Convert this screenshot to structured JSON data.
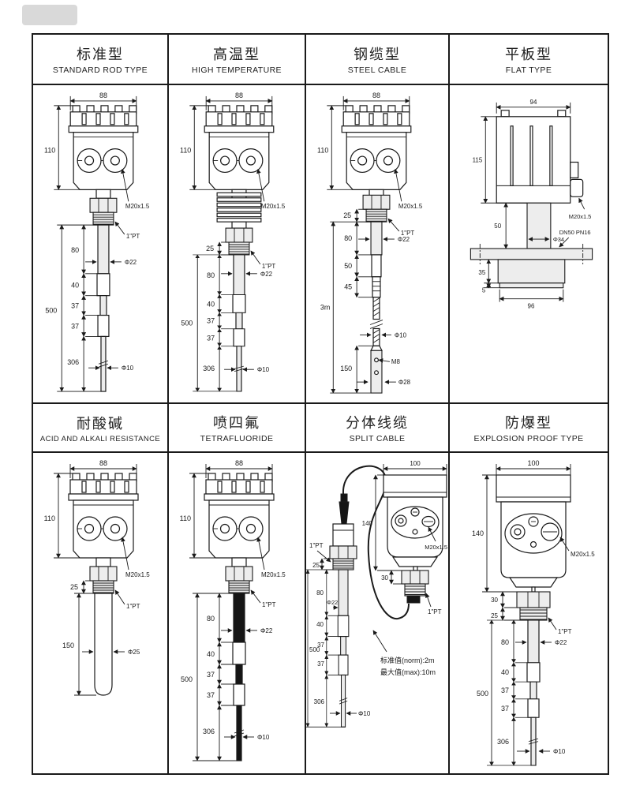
{
  "panels": [
    {
      "title": "标准型",
      "subtitle": "STANDARD ROD TYPE",
      "dims": {
        "w88": "88",
        "h110": "110",
        "m20": "M20x1.5",
        "pt": "1\"PT",
        "d80": "80",
        "phi22": "Φ22",
        "d40": "40",
        "d37a": "37",
        "d37b": "37",
        "d306": "306",
        "d500": "500",
        "phi10": "Φ10"
      }
    },
    {
      "title": "高温型",
      "subtitle": "HIGH TEMPERATURE",
      "dims": {
        "w88": "88",
        "h110": "110",
        "m20": "M20x1.5",
        "d25": "25",
        "pt": "1\"PT",
        "d80": "80",
        "phi22": "Φ22",
        "d40": "40",
        "d37a": "37",
        "d37b": "37",
        "d306": "306",
        "d500": "500",
        "phi10": "Φ10"
      }
    },
    {
      "title": "钢缆型",
      "subtitle": "STEEL CABLE",
      "dims": {
        "w88": "88",
        "h110": "110",
        "m20": "M20x1.5",
        "d25": "25",
        "pt": "1\"PT",
        "d80": "80",
        "phi22": "Φ22",
        "d50": "50",
        "d45": "45",
        "len": "3m",
        "phi10": "Φ10",
        "m8": "M8",
        "d150": "150",
        "phi28": "Φ28"
      }
    },
    {
      "title": "平板型",
      "subtitle": "FLAT TYPE",
      "dims": {
        "w94": "94",
        "h115": "115",
        "m20": "M20x1.5",
        "d50": "50",
        "phi34": "Φ34",
        "flange": "DN50 PN16",
        "d35": "35",
        "d5": "5",
        "w96": "96"
      }
    },
    {
      "title": "耐酸碱",
      "subtitle": "ACID AND ALKALI RESISTANCE",
      "dims": {
        "w88": "88",
        "h110": "110",
        "m20": "M20x1.5",
        "d25": "25",
        "pt": "1\"PT",
        "d150": "150",
        "phi25": "Φ25"
      }
    },
    {
      "title": "喷四氟",
      "subtitle": "TETRAFLUORIDE",
      "dims": {
        "w88": "88",
        "h110": "110",
        "m20": "M20x1.5",
        "pt": "1\"PT",
        "d80": "80",
        "phi22": "Φ22",
        "d40": "40",
        "d37a": "37",
        "d37b": "37",
        "d306": "306",
        "d500": "500",
        "phi10": "Φ10"
      }
    },
    {
      "title": "分体线缆",
      "subtitle": "SPLIT CABLE",
      "dims": {
        "pt_probe": "1\"PT",
        "d25": "25",
        "d80": "80",
        "phi22": "Φ22",
        "d40": "40",
        "d500": "500",
        "d37a": "37",
        "d37b": "37",
        "d306": "306",
        "phi10": "Φ10",
        "w100": "100",
        "h140": "140",
        "m20": "M20x1.5",
        "d30": "30",
        "pt_head": "1\"PT",
        "note_norm": "标准值(norm):2m",
        "note_max": "最大值(max):10m"
      }
    },
    {
      "title": "防爆型",
      "subtitle": "EXPLOSION PROOF TYPE",
      "dims": {
        "w100": "100",
        "h140": "140",
        "m20": "M20x1.5",
        "d30": "30",
        "d25": "25",
        "pt": "1\"PT",
        "d80": "80",
        "phi22": "Φ22",
        "d40": "40",
        "d37a": "37",
        "d37b": "37",
        "d306": "306",
        "d500": "500",
        "phi10": "Φ10"
      }
    }
  ]
}
